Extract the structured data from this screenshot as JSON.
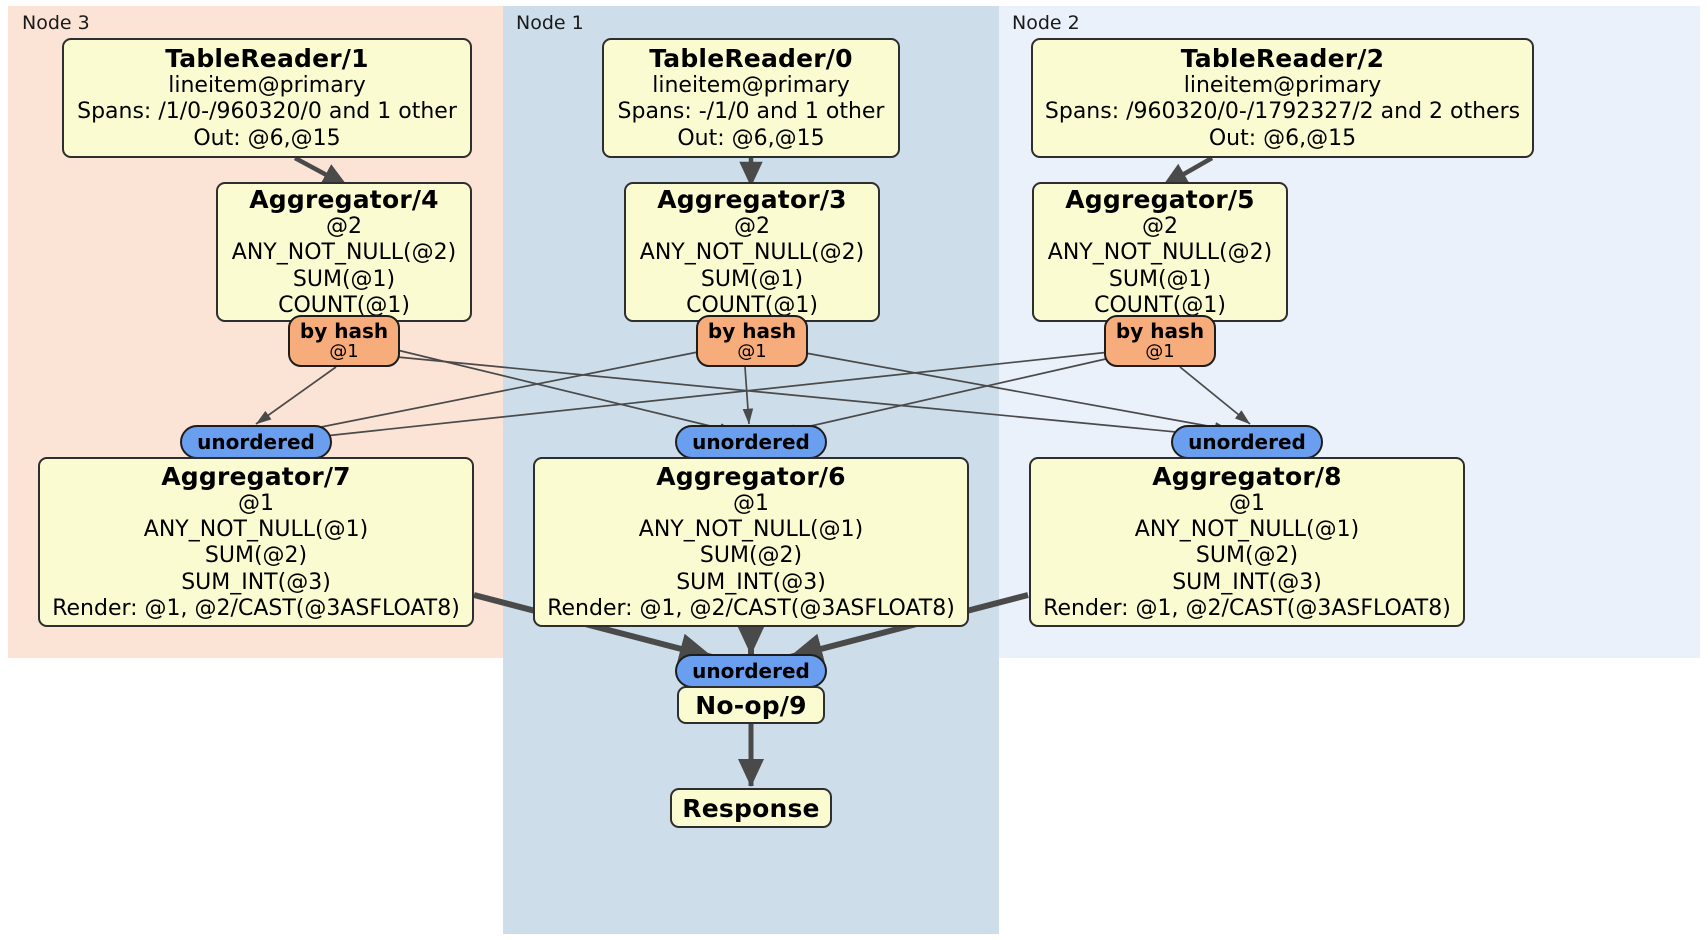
{
  "diagram": {
    "type": "distributed-query-execution-plan",
    "nodes": [
      {
        "id": "node3",
        "label": "Node 3",
        "color": "#fbe3d6"
      },
      {
        "id": "node1",
        "label": "Node 1",
        "color": "#cddeea"
      },
      {
        "id": "node2",
        "label": "Node 2",
        "color": "#eaf1fb"
      }
    ],
    "colors": {
      "processor_fill": "#fbfbd2",
      "processor_stroke": "#2e2e2e",
      "hash_pill_fill": "#f7ad7b",
      "unordered_pill_fill": "#6a9ff0",
      "edge": "#4a4a4a"
    },
    "processors": {
      "table_reader_1": {
        "title": "TableReader/1",
        "lines": [
          "lineitem@primary",
          "Spans: /1/0-/960320/0 and 1 other",
          "Out: @6,@15"
        ]
      },
      "table_reader_0": {
        "title": "TableReader/0",
        "lines": [
          "lineitem@primary",
          "Spans: -/1/0 and 1 other",
          "Out: @6,@15"
        ]
      },
      "table_reader_2": {
        "title": "TableReader/2",
        "lines": [
          "lineitem@primary",
          "Spans: /960320/0-/1792327/2 and 2 others",
          "Out: @6,@15"
        ]
      },
      "aggregator_4": {
        "title": "Aggregator/4",
        "lines": [
          "@2",
          "ANY_NOT_NULL(@2)",
          "SUM(@1)",
          "COUNT(@1)"
        ]
      },
      "aggregator_3": {
        "title": "Aggregator/3",
        "lines": [
          "@2",
          "ANY_NOT_NULL(@2)",
          "SUM(@1)",
          "COUNT(@1)"
        ]
      },
      "aggregator_5": {
        "title": "Aggregator/5",
        "lines": [
          "@2",
          "ANY_NOT_NULL(@2)",
          "SUM(@1)",
          "COUNT(@1)"
        ]
      },
      "aggregator_7": {
        "title": "Aggregator/7",
        "lines": [
          "@1",
          "ANY_NOT_NULL(@1)",
          "SUM(@2)",
          "SUM_INT(@3)",
          "Render: @1, @2/CAST(@3ASFLOAT8)"
        ]
      },
      "aggregator_6": {
        "title": "Aggregator/6",
        "lines": [
          "@1",
          "ANY_NOT_NULL(@1)",
          "SUM(@2)",
          "SUM_INT(@3)",
          "Render: @1, @2/CAST(@3ASFLOAT8)"
        ]
      },
      "aggregator_8": {
        "title": "Aggregator/8",
        "lines": [
          "@1",
          "ANY_NOT_NULL(@1)",
          "SUM(@2)",
          "SUM_INT(@3)",
          "Render: @1, @2/CAST(@3ASFLOAT8)"
        ]
      },
      "noop_9": {
        "title": "No-op/9",
        "lines": []
      },
      "response": {
        "title": "Response",
        "lines": []
      }
    },
    "routers": {
      "by_hash_left": {
        "label": "by hash",
        "column": "@1"
      },
      "by_hash_center": {
        "label": "by hash",
        "column": "@1"
      },
      "by_hash_right": {
        "label": "by hash",
        "column": "@1"
      }
    },
    "synchronizers": {
      "unordered_left": {
        "label": "unordered"
      },
      "unordered_center": {
        "label": "unordered"
      },
      "unordered_right": {
        "label": "unordered"
      },
      "unordered_final": {
        "label": "unordered"
      }
    }
  }
}
